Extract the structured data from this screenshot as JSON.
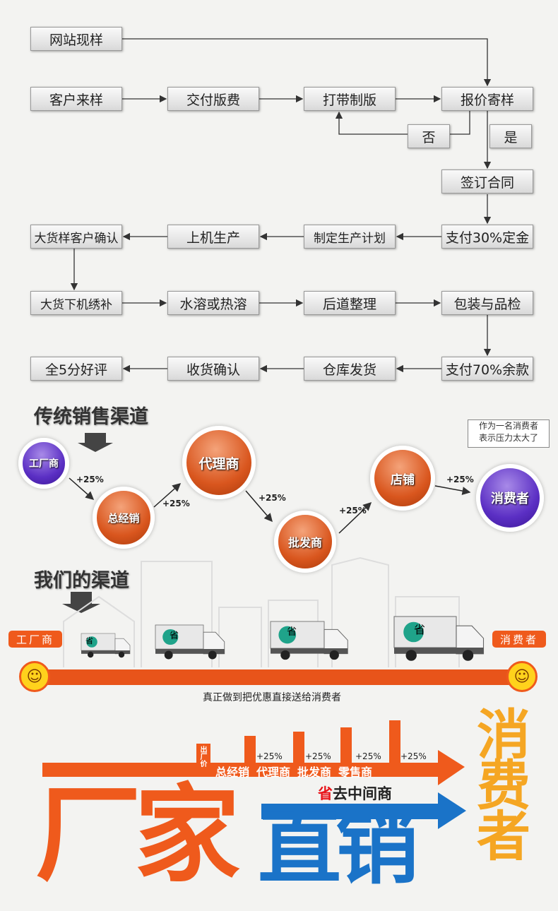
{
  "flow": {
    "website_sample": "网站现样",
    "customer_sample": "客户来样",
    "pay_fee": "交付版费",
    "make_plate": "打带制版",
    "quote_send": "报价寄样",
    "no": "否",
    "yes": "是",
    "sign_contract": "签订合同",
    "bulk_confirm": "大货样客户确认",
    "production": "上机生产",
    "plan": "制定生产计划",
    "deposit": "支付30%定金",
    "embroidery_fix": "大货下机绣补",
    "water_heat": "水溶或热溶",
    "finishing": "后道整理",
    "pack_inspect": "包装与品检",
    "review": "全5分好评",
    "receive_confirm": "收货确认",
    "ship": "仓库发货",
    "balance": "支付70%余款"
  },
  "traditional": {
    "title": "传统销售渠道",
    "nodes": [
      "工厂商",
      "总经销",
      "代理商",
      "批发商",
      "店铺",
      "消费者"
    ],
    "markup": "+25%",
    "bubble_line1": "作为一名消费者",
    "bubble_line2": "表示压力太大了"
  },
  "ours": {
    "title": "我们的渠道",
    "left_tag": "工厂商",
    "right_tag": "消费者",
    "truck_badge": "省",
    "caption": "真正做到把优惠直接送给消费者"
  },
  "banner": {
    "factory_price": "出厂价",
    "middlemen": [
      "总经销",
      "代理商",
      "批发商",
      "零售商"
    ],
    "markup": "+25%",
    "save_char": "省",
    "save_rest": "去中间商",
    "big1": "厂家",
    "big2": "直销",
    "vertical": "消费者"
  },
  "colors": {
    "orange": "#ef5a1c",
    "blue": "#1a73c8",
    "purple": "#5b2fc4",
    "yellow": "#f5a623"
  }
}
